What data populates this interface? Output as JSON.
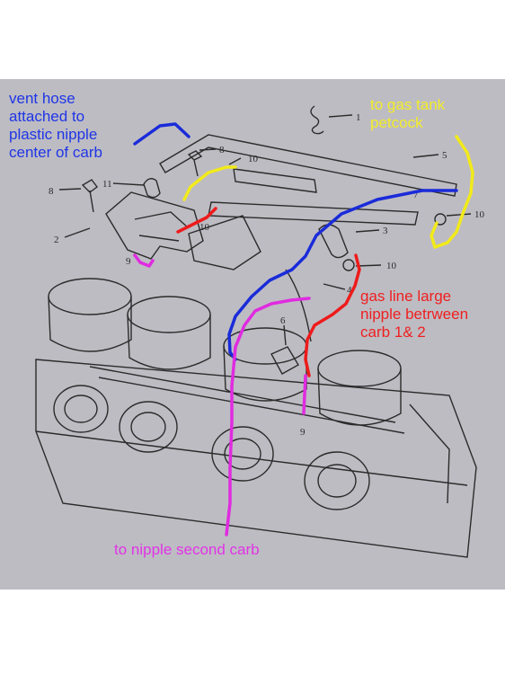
{
  "annotations": {
    "vent_hose": "vent hose\nattached to\nplastic nipple\ncenter of carb",
    "gas_tank": "to gas tank\npetcock",
    "gas_line": "gas line large\nnipple betrween\ncarb 1& 2",
    "second_carb": "to nipple second carb"
  },
  "part_numbers": {
    "n1": "1",
    "n5": "5",
    "n8a": "8",
    "n8b": "8",
    "n10a": "10",
    "n11": "11",
    "n2": "2",
    "n10b": "10",
    "n3": "3",
    "n10c": "10",
    "n9a": "9",
    "n4": "4",
    "n6": "6",
    "n9b": "9",
    "n10d": "10",
    "n7": "7"
  },
  "colors": {
    "blue_hose": "#1a2bd9",
    "yellow_hose": "#f2ea1a",
    "red_hose": "#ee1b1b",
    "magenta_hose": "#e02be0",
    "blue_text": "#1f35e6",
    "yellow_text": "#f3ec2a",
    "red_text": "#ef2020",
    "magenta_text": "#e233e6",
    "line_art": "#2b2b2b",
    "paper": "#bdbcc3"
  }
}
